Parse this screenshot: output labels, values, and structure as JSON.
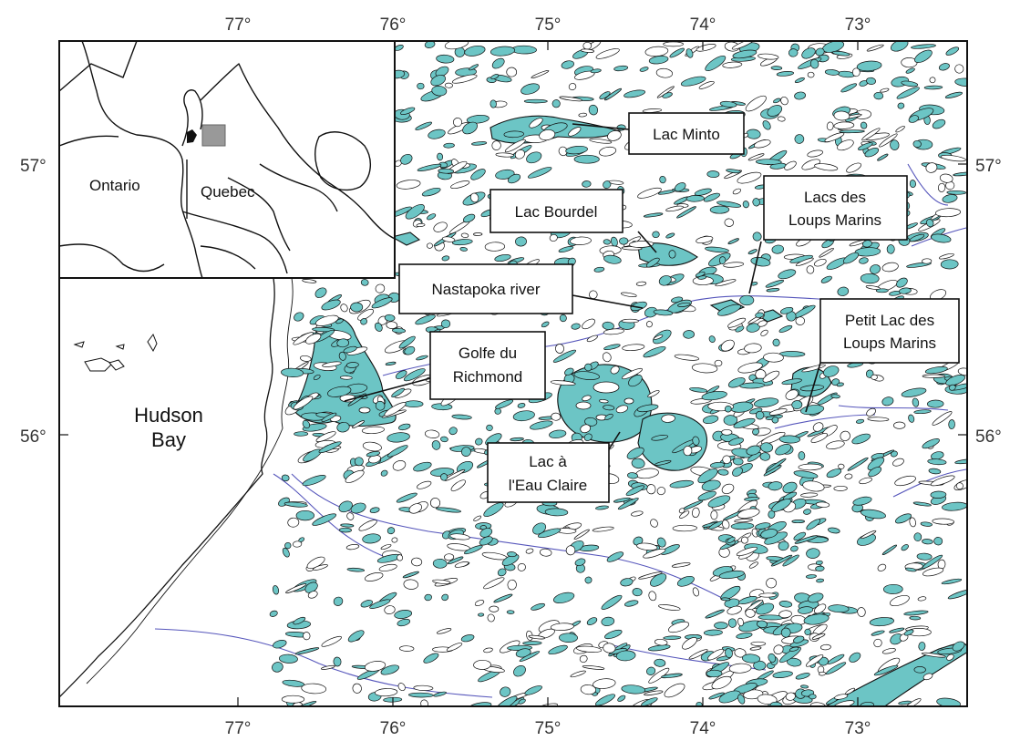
{
  "map": {
    "longitude_labels": [
      "77°",
      "76°",
      "75°",
      "74°",
      "73°"
    ],
    "latitude_labels": [
      "57°",
      "56°"
    ],
    "water_label": [
      "Hudson",
      "Bay"
    ],
    "callouts": [
      {
        "id": "lac-minto",
        "lines": [
          "Lac Minto"
        ]
      },
      {
        "id": "lac-bourdel",
        "lines": [
          "Lac Bourdel"
        ]
      },
      {
        "id": "lacs-des-loups-marins",
        "lines": [
          "Lacs des",
          "Loups Marins"
        ]
      },
      {
        "id": "nastapoka-river",
        "lines": [
          "Nastapoka river"
        ]
      },
      {
        "id": "golfe-du-richmond",
        "lines": [
          "Golfe du",
          "Richmond"
        ]
      },
      {
        "id": "petit-lac-des-loups-marins",
        "lines": [
          "Petit Lac des",
          "Loups Marins"
        ]
      },
      {
        "id": "lac-a-leau-claire",
        "lines": [
          "Lac à",
          "l'Eau Claire"
        ]
      }
    ],
    "inset": {
      "labels": [
        "Ontario",
        "Quebec"
      ]
    },
    "colors": {
      "lake": "#6cc5c5",
      "river": "#5555bb",
      "outline": "#111111",
      "inset_highlight": "#999999"
    }
  }
}
